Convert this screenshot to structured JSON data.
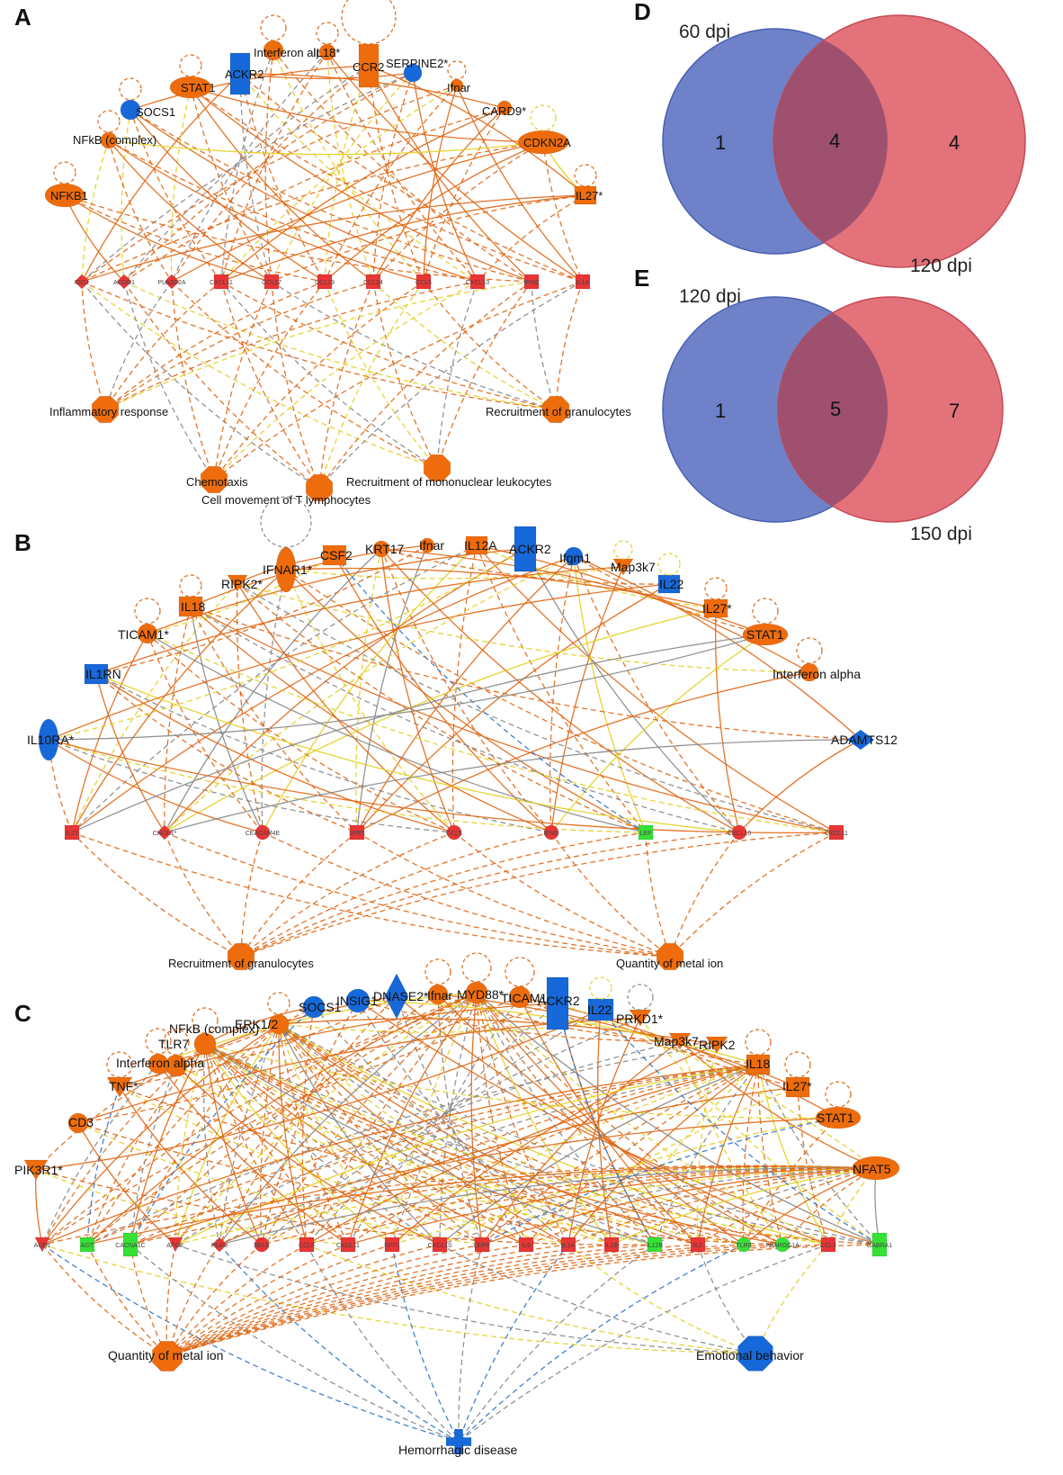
{
  "colors": {
    "up": "#ef6c0c",
    "down": "#1768d8",
    "target_red": "#e83535",
    "target_green": "#36e036",
    "edge_orange": "#e06612",
    "edge_yellow": "#e4d020",
    "edge_gray": "#888888",
    "edge_blue": "#2f74c8",
    "venn_left": "#6f82c9",
    "venn_right": "#e4727a",
    "venn_overlap": "#a0506f"
  },
  "panels": {
    "A": {
      "label": "A",
      "regulators": [
        "ACKR2",
        "Interferon alpha",
        "IL18*",
        "CCR2",
        "SERPINE2*",
        "Ifnar",
        "STAT1",
        "SOCS1",
        "NFkB (complex)",
        "CARD9*",
        "CDKN2A",
        "NFKB1",
        "IL27*"
      ],
      "targets": [
        "IDO1",
        "ACOD1",
        "PLA2G2A",
        "CXCL11",
        "CCL17",
        "CCL19",
        "CCL24",
        "CCL5",
        "CXCL10",
        "IFNG",
        "IL1A"
      ],
      "functions": [
        "Inflammatory response",
        "Recruitment of granulocytes",
        "Chemotaxis",
        "Recruitment of mononuclear leukocytes",
        "Cell movement of T lymphocytes"
      ]
    },
    "B": {
      "label": "B",
      "regulators": [
        "IFNAR1*",
        "CSF2",
        "KRT17",
        "Ifnar",
        "IL12A",
        "ACKR2",
        "Ifgm1",
        "Map3k7",
        "RIPK2*",
        "IL22",
        "IL18",
        "IL27*",
        "TICAM1*",
        "STAT1",
        "IL1RN",
        "Interferon alpha",
        "IL10RA*",
        "ADAMTS12"
      ],
      "targets": [
        "IL21",
        "CHI3L1*",
        "CEACAM4E",
        "SPP1",
        "CCL5",
        "IFNG",
        "LEP",
        "CXCL10",
        "CXCL11"
      ],
      "functions": [
        "Recruitment of granulocytes",
        "Quantity of metal ion"
      ]
    },
    "C": {
      "label": "C",
      "regulators": [
        "ERK1/2",
        "SOCS1",
        "INSIG1",
        "DNASE2*",
        "Ifnar",
        "MYD88*",
        "TICAM1*",
        "ACKR2",
        "IL22",
        "PRKD1*",
        "NFkB (complex)",
        "Map3k7",
        "TLR7",
        "RIPK2",
        "Interferon alpha",
        "IL18",
        "TNF*",
        "IL27*",
        "CD3",
        "STAT1",
        "NFAT5",
        "PIK3R1*"
      ],
      "targets": [
        "AQP1",
        "AGT",
        "CACNA1C",
        "APOE",
        "PLAU",
        "SELE",
        "CCL5",
        "CXCL11",
        "SPP1",
        "CXCL10",
        "LEPR",
        "IL6",
        "IL1A",
        "IL1B",
        "IL12B",
        "IL2",
        "TLR9",
        "PPARGC1A",
        "CCL3",
        "GABRA1"
      ],
      "functions": [
        "Quantity of metal ion",
        "Hemorrhagic disease",
        "Emotional behavior"
      ]
    },
    "D": {
      "label": "D",
      "left_label": "60 dpi",
      "right_label": "120 dpi",
      "left_only": "1",
      "overlap": "4",
      "right_only": "4"
    },
    "E": {
      "label": "E",
      "left_label": "120 dpi",
      "right_label": "150 dpi",
      "left_only": "1",
      "overlap": "5",
      "right_only": "7"
    }
  }
}
